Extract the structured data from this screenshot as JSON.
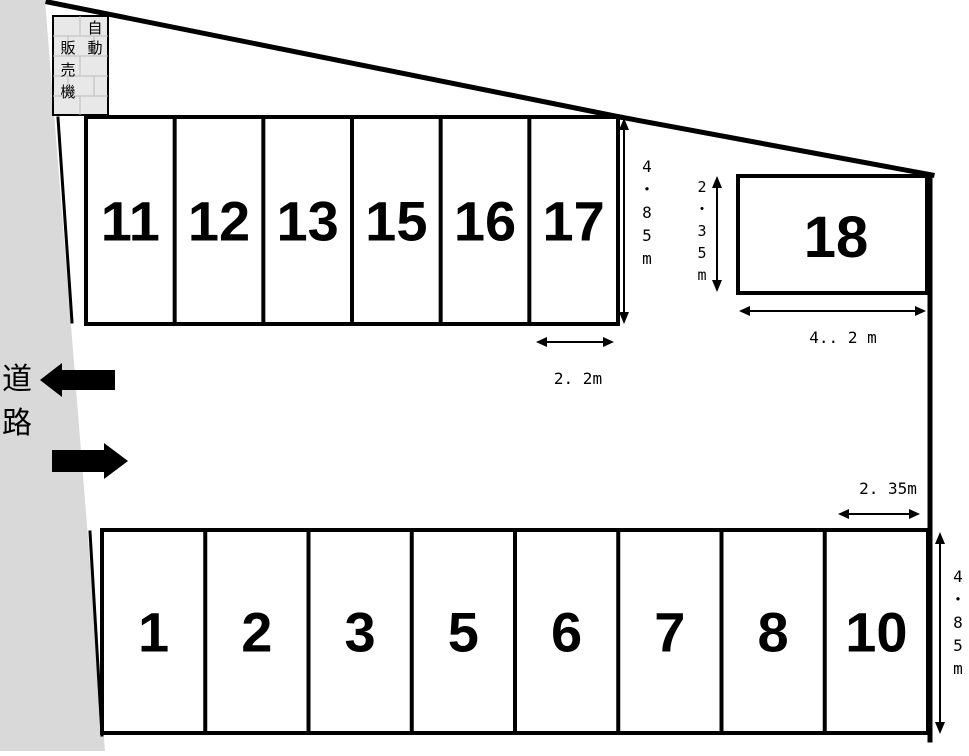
{
  "colors": {
    "road": "#d9d9d9",
    "line": "#000000",
    "vending_fill": "#e8e8e8"
  },
  "road": {
    "label_chars": [
      "道",
      "路"
    ]
  },
  "vending_machine": {
    "label_cols": [
      [
        "自",
        "動"
      ],
      [
        "販",
        "売",
        "機"
      ]
    ],
    "icon": "brick-wall-icon"
  },
  "top_row": {
    "stalls": [
      "11",
      "12",
      "13",
      "15",
      "16",
      "17"
    ],
    "depth_label_chars": [
      "4",
      "・",
      "8",
      "5",
      "m"
    ],
    "width_label": "2. 2m"
  },
  "stall_18": {
    "label": "18",
    "depth_label_chars": [
      "2",
      "・",
      "3",
      "5",
      "m"
    ],
    "width_label": "4.. 2 m"
  },
  "bottom_row": {
    "stalls": [
      "1",
      "2",
      "3",
      "5",
      "6",
      "7",
      "8",
      "10"
    ],
    "depth_label_chars": [
      "4",
      "・",
      "8",
      "5",
      "m"
    ],
    "width_label": "2. 35m"
  },
  "arrows": {
    "exit_icon": "arrow-left-icon",
    "entry_icon": "arrow-right-icon"
  }
}
